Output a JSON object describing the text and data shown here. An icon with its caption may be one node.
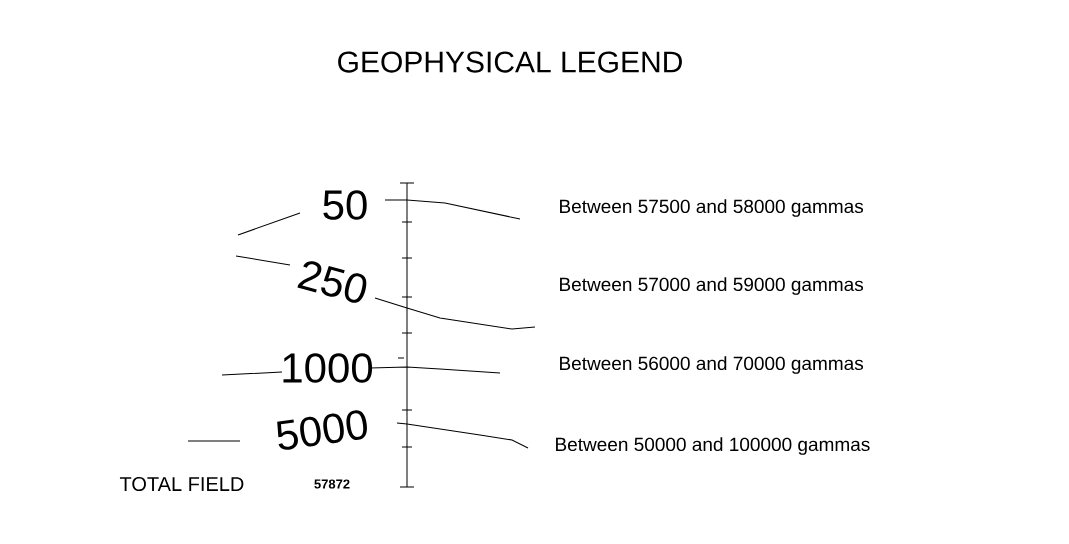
{
  "diagram": {
    "title": "GEOPHYSICAL  LEGEND",
    "labels": [
      "50",
      "250",
      "1000",
      "5000",
      "TOTAL  FIELD",
      "57872"
    ],
    "legend": [
      {
        "text": "Between 57500 and 58000 gammas"
      },
      {
        "text": "Between 57000 and 59000 gammas"
      },
      {
        "text": "Between 56000 and 70000 gammas"
      },
      {
        "text": "Between 50000 and 100000 gammas"
      }
    ]
  }
}
